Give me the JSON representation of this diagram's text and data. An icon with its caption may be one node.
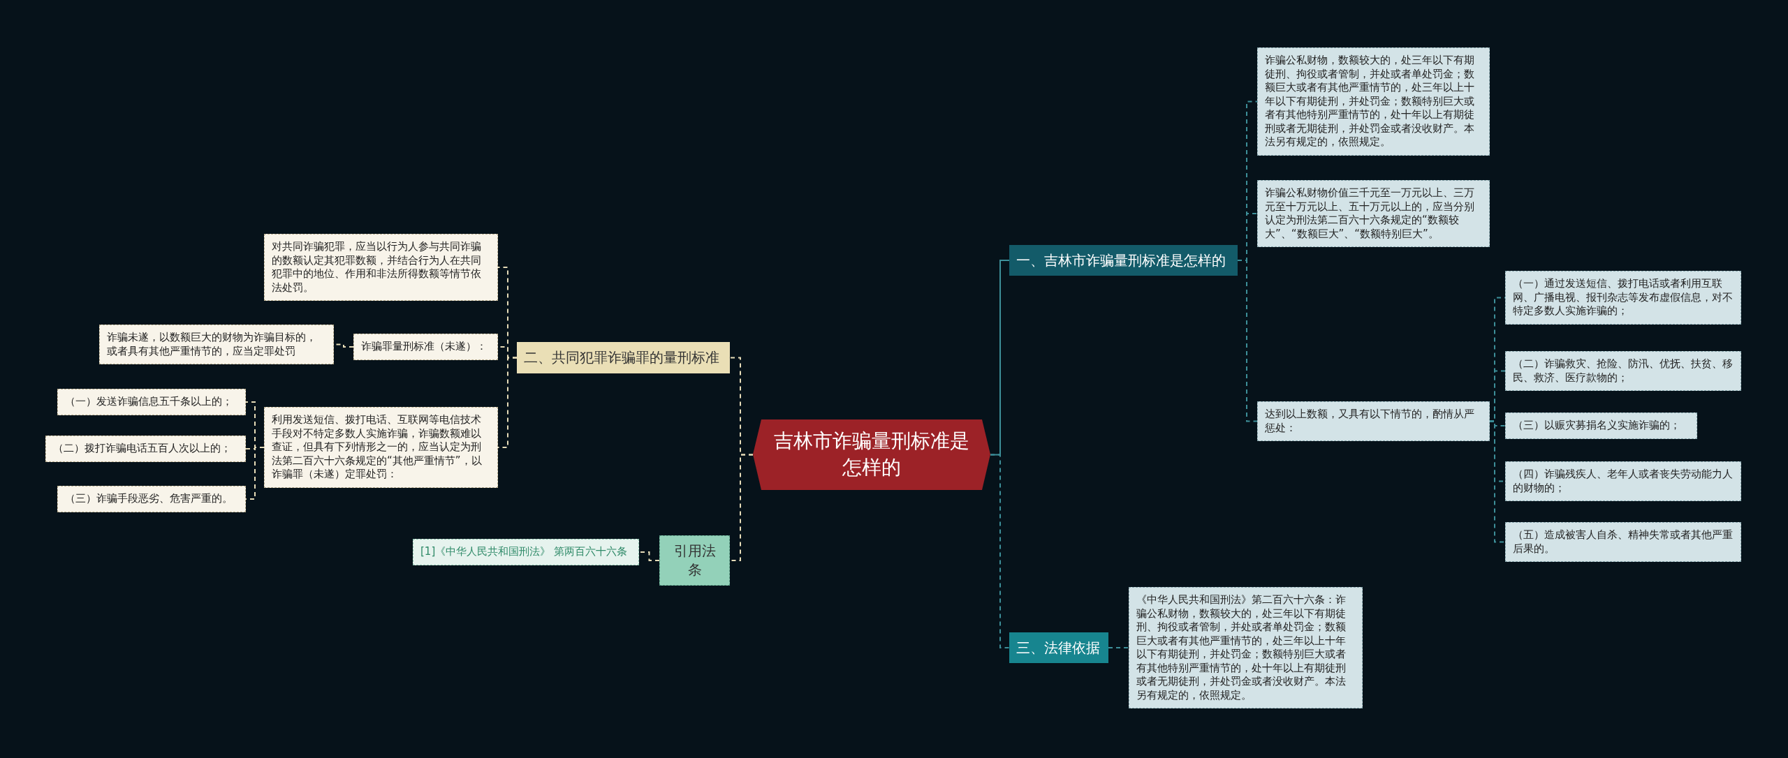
{
  "diagram": {
    "nodes": [
      {
        "text": [
          "吉林市诈骗量刑标准是怎样的"
        ]
      },
      {
        "text": [
          "一、吉林市诈骗量刑标准是怎样的"
        ]
      },
      {
        "text": [
          "诈骗公私财物，数额较大的，处三年以下有期徒刑、拘役或者管制，并处或者单处罚金；数额巨大或者有其他严重情节的，处三年以上十年以下有期徒刑，并处罚金；数额特别巨大或者有其他特别严重情节的，处十年以上有期徒刑或者无期徒刑，并处罚金或者没收财产。本法另有规定的，依照规定。"
        ]
      },
      {
        "text": [
          "诈骗公私财物价值三千元至一万元以上、三万元至十万元以上、五十万元以上的，应当分别认定为刑法第二百六十六条规定的“数额较大”、“数额巨大”、“数额特别巨大”。"
        ]
      },
      {
        "text": [
          "达到以上数额，又具有以下情节的，酌情从严惩处："
        ]
      },
      {
        "text": [
          "（一）通过发送短信、拨打电话或者利用互联网、广播电视、报刊杂志等发布虚假信息，对不特定多数人实施诈骗的；"
        ]
      },
      {
        "text": [
          "（二）诈骗救灾、抢险、防汛、优抚、扶贫、移民、救济、医疗款物的；"
        ]
      },
      {
        "text": [
          "（三）以赈灾募捐名义实施诈骗的；"
        ]
      },
      {
        "text": [
          "（四）诈骗残疾人、老年人或者丧失劳动能力人的财物的；"
        ]
      },
      {
        "text": [
          "（五）造成被害人自杀、精神失常或者其他严重后果的。"
        ]
      },
      {
        "text": [
          "三、法律依据"
        ]
      },
      {
        "text": [
          "《中华人民共和国刑法》第二百六十六条：诈骗公私财物，数额较大的，处三年以下有期徒刑、拘役或者管制，并处或者单处罚金；数额巨大或者有其他严重情节的，处三年以上十年以下有期徒刑，并处罚金；数额特别巨大或者有其他特别严重情节的，处十年以上有期徒刑或者无期徒刑，并处罚金或者没收财产。本法另有规定的，依照规定。"
        ]
      },
      {
        "text": [
          "二、共同犯罪诈骗罪的量刑标准"
        ]
      },
      {
        "text": [
          "对共同诈骗犯罪，应当以行为人参与共同诈骗的数额认定其犯罪数额，并结合行为人在共同犯罪中的地位、作用和非法所得数额等情节依法处罚。"
        ]
      },
      {
        "text": [
          "诈骗罪量刑标准（未遂）："
        ]
      },
      {
        "text": [
          "诈骗未遂，以数额巨大的财物为诈骗目标的，或者具有其他严重情节的，应当定罪处罚"
        ]
      },
      {
        "text": [
          "利用发送短信、拨打电话、互联网等电信技术手段对不特定多数人实施诈骗，诈骗数额难以查证，但具有下列情形之一的，应当认定为刑法第二百六十六条规定的“其他严重情节”，以诈骗罪（未遂）定罪处罚："
        ]
      },
      {
        "text": [
          "（一）发送诈骗信息五千条以上的；"
        ]
      },
      {
        "text": [
          "（二）拨打诈骗电话五百人次以上的；"
        ]
      },
      {
        "text": [
          "（三）诈骗手段恶劣、危害严重的。"
        ]
      },
      {
        "text": [
          "引用法条"
        ]
      },
      {
        "text": [
          "[1]《中华人民共和国刑法》 第两百六十六条"
        ]
      }
    ],
    "edges": [
      {
        "from": 0,
        "to": 1,
        "arrow": "none",
        "color": "#3d8f99"
      },
      {
        "from": 1,
        "to": 2,
        "arrow": "none",
        "style": "dashed",
        "color": "#3d8f99"
      },
      {
        "from": 1,
        "to": 3,
        "arrow": "none",
        "style": "dashed",
        "color": "#3d8f99"
      },
      {
        "from": 1,
        "to": 4,
        "arrow": "none",
        "style": "dashed",
        "color": "#3d8f99"
      },
      {
        "from": 4,
        "to": 5,
        "arrow": "none",
        "style": "dashed",
        "color": "#3d8f99"
      },
      {
        "from": 4,
        "to": 6,
        "arrow": "none",
        "style": "dashed",
        "color": "#3d8f99"
      },
      {
        "from": 4,
        "to": 7,
        "arrow": "none",
        "style": "dashed",
        "color": "#3d8f99"
      },
      {
        "from": 4,
        "to": 8,
        "arrow": "none",
        "style": "dashed",
        "color": "#3d8f99"
      },
      {
        "from": 4,
        "to": 9,
        "arrow": "none",
        "style": "dashed",
        "color": "#3d8f99"
      },
      {
        "from": 0,
        "to": 10,
        "arrow": "none",
        "style": "dashed",
        "color": "#3d8f99"
      },
      {
        "from": 10,
        "to": 11,
        "arrow": "none",
        "style": "dashed",
        "color": "#3d8f99"
      },
      {
        "from": 0,
        "to": 12,
        "arrow": "none",
        "style": "dashed",
        "color": "#e6dcb8"
      },
      {
        "from": 12,
        "to": 13,
        "arrow": "none",
        "style": "dashed",
        "color": "#e6dcb8"
      },
      {
        "from": 12,
        "to": 14,
        "arrow": "none",
        "style": "dashed",
        "color": "#e6dcb8"
      },
      {
        "from": 14,
        "to": 15,
        "arrow": "none",
        "style": "dashed",
        "color": "#e6dcb8"
      },
      {
        "from": 12,
        "to": 16,
        "arrow": "none",
        "style": "dashed",
        "color": "#e6dcb8"
      },
      {
        "from": 16,
        "to": 17,
        "arrow": "none",
        "style": "dashed",
        "color": "#e6dcb8"
      },
      {
        "from": 16,
        "to": 18,
        "arrow": "none",
        "style": "dashed",
        "color": "#e6dcb8"
      },
      {
        "from": 16,
        "to": 19,
        "arrow": "none",
        "style": "dashed",
        "color": "#e6dcb8"
      },
      {
        "from": 0,
        "to": 20,
        "arrow": "none",
        "style": "dashed",
        "color": "#e6dcb8"
      },
      {
        "from": 20,
        "to": 21,
        "arrow": "none",
        "style": "dashed",
        "color": "#e6dcb8"
      }
    ]
  }
}
